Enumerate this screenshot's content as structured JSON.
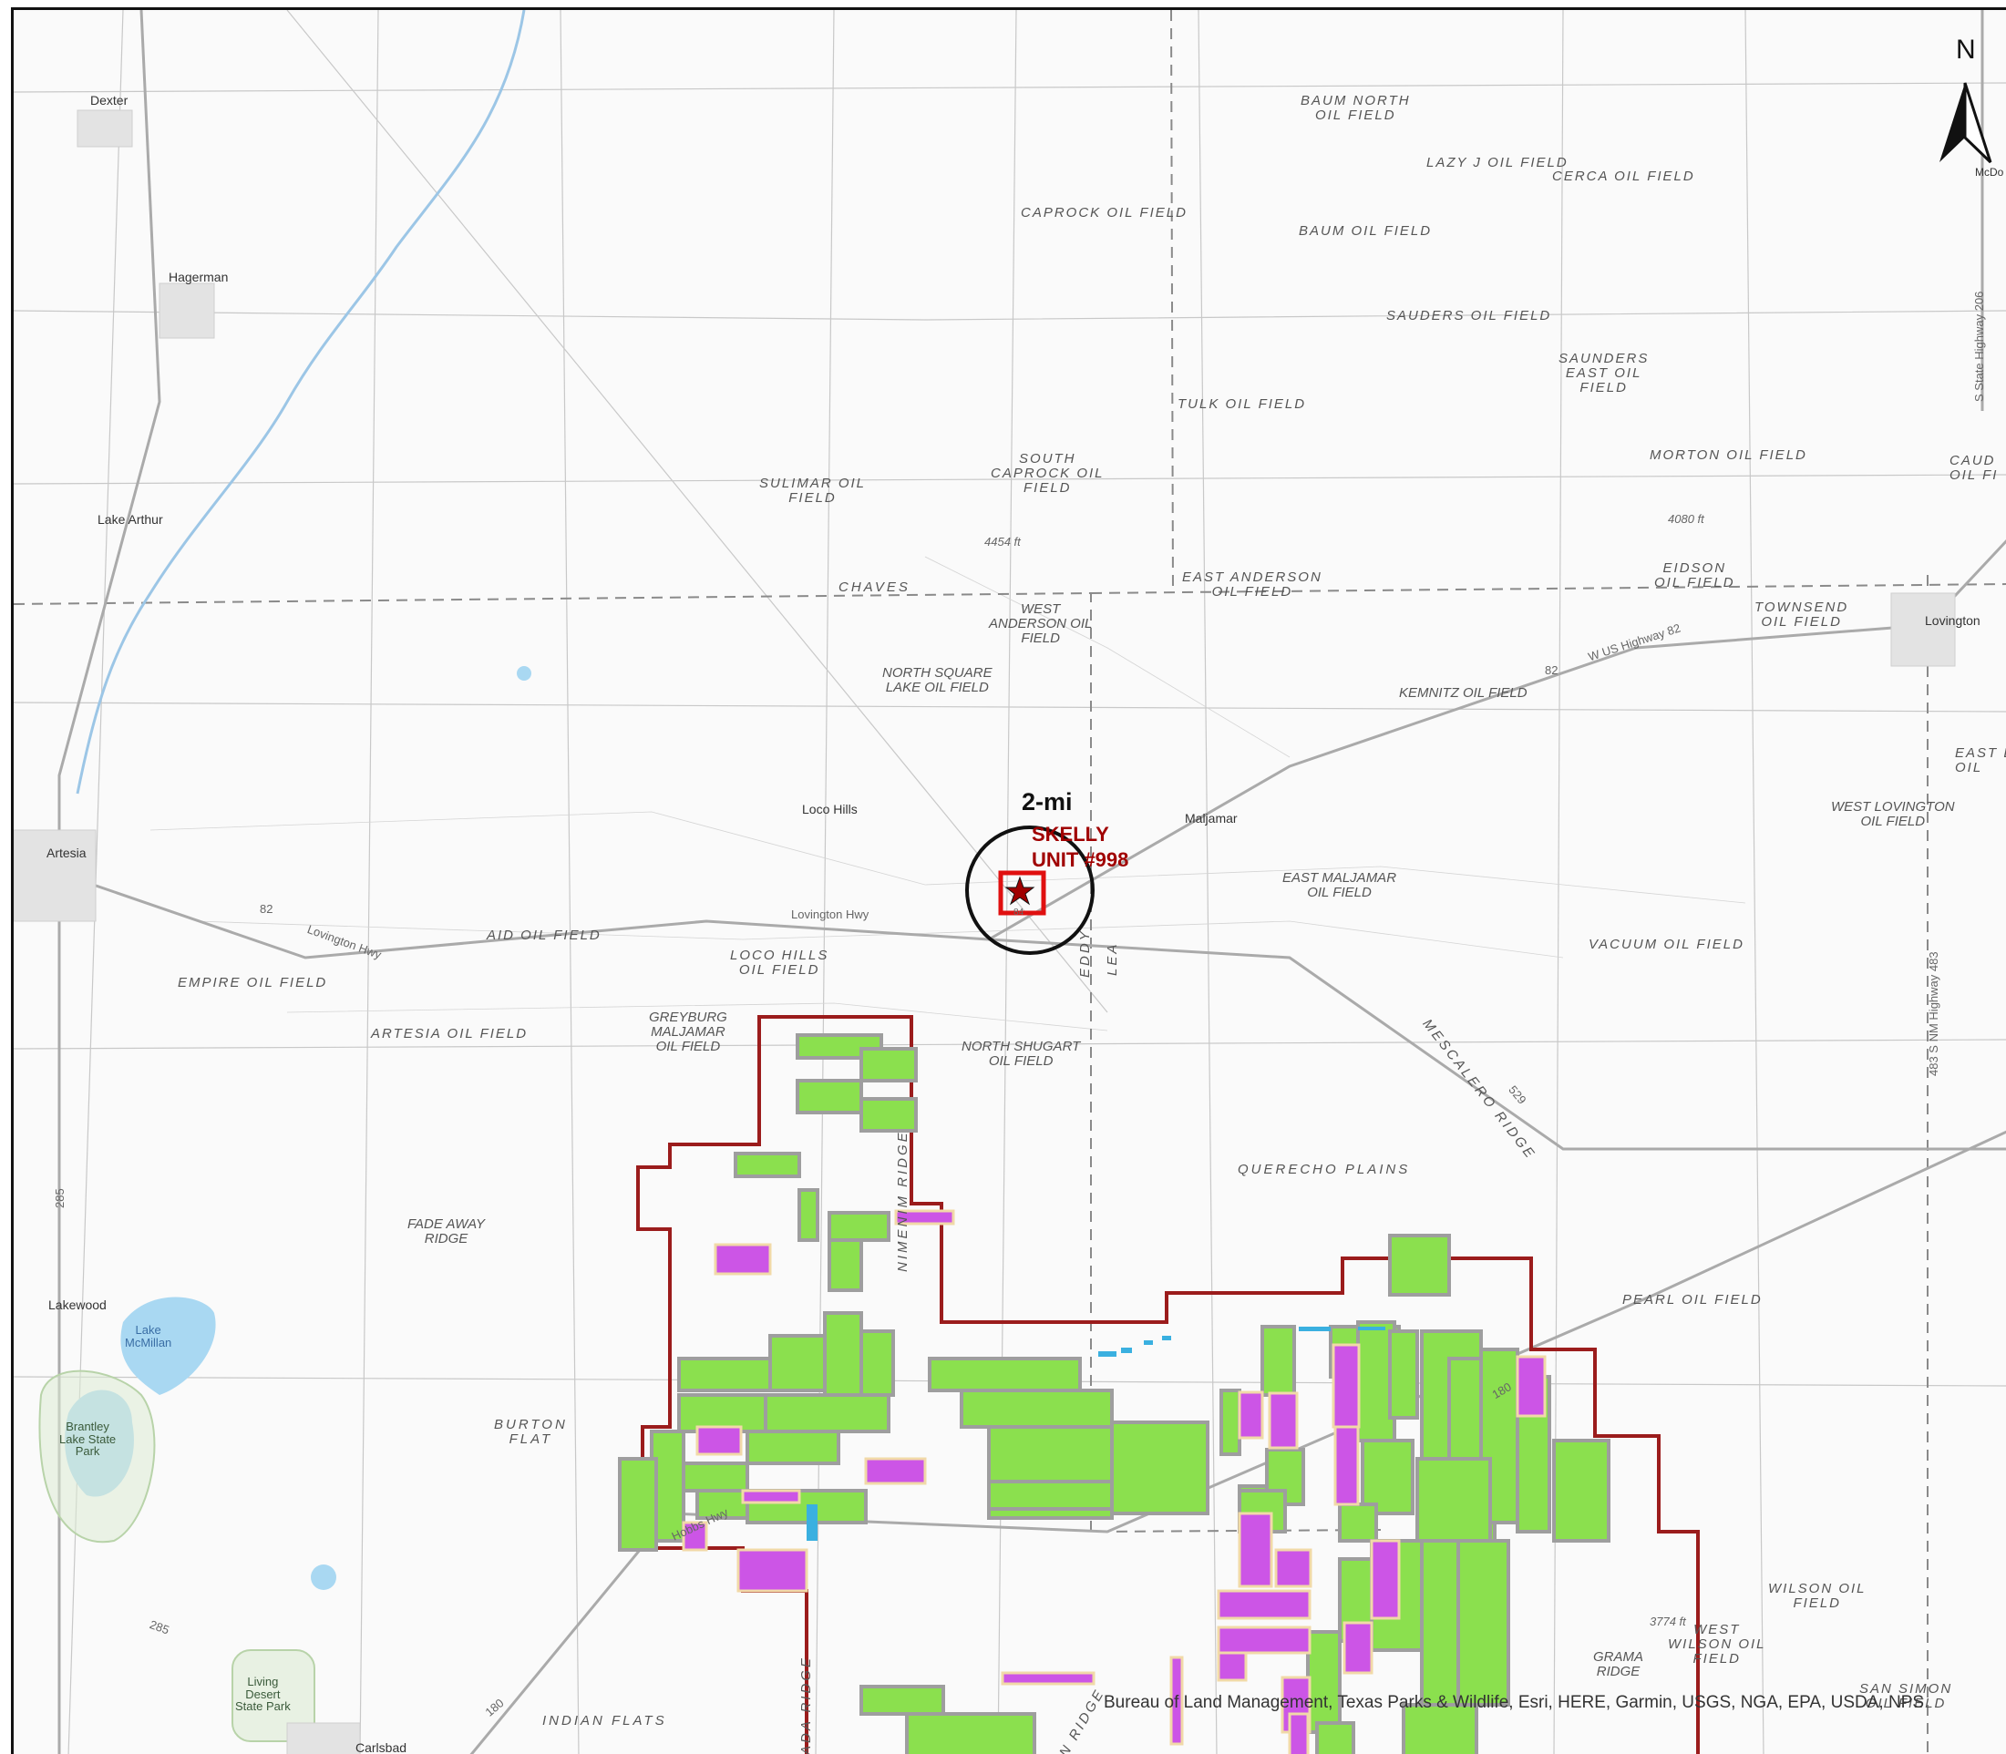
{
  "map": {
    "north_label": "N",
    "radius_label": "2-mi",
    "site": {
      "line1": "SKELLY",
      "line2": "UNIT #998"
    },
    "attribution": "Bureau of Land Management, Texas Parks & Wildlife, Esri, HERE, Garmin, USGS, NGA, EPA, USDA, NPS",
    "colors": {
      "boundary": "#9b1c1c",
      "parcel_green": "#8be04e",
      "parcel_purple": "#cc55e6",
      "parcel_outline": "#9e9e9e",
      "site_red": "#e01010",
      "water": "#a9d8f2",
      "park": "#dcebd3"
    },
    "oil_fields": [
      "BAUM NORTH\nOIL FIELD",
      "LAZY J OIL FIELD",
      "CERCA OIL FIELD",
      "CAPROCK OIL FIELD",
      "BAUM OIL FIELD",
      "SAUDERS OIL FIELD",
      "SAUNDERS\nEAST OIL\nFIELD",
      "TULK OIL FIELD",
      "SOUTH\nCAPROCK OIL\nFIELD",
      "SULIMAR OIL\nFIELD",
      "MORTON OIL FIELD",
      "CAUD\nOIL FI",
      "EAST ANDERSON\nOIL FIELD",
      "EIDSON\nOIL FIELD",
      "TOWNSEND\nOIL FIELD",
      "WEST\nANDERSON OIL\nFIELD",
      "NORTH SQUARE\nLAKE OIL FIELD",
      "KEMNITZ OIL FIELD",
      "EAST L\nOIL",
      "WEST LOVINGTON\nOIL FIELD",
      "EAST MALJAMAR\nOIL FIELD",
      "AID OIL FIELD",
      "LOCO HILLS\nOIL FIELD",
      "VACUUM OIL FIELD",
      "EMPIRE OIL FIELD",
      "ARTESIA OIL FIELD",
      "GREYBURG\nMALJAMAR\nOIL FIELD",
      "NORTH SHUGART\nOIL FIELD",
      "PEARL OIL FIELD",
      "WILSON OIL\nFIELD",
      "WEST\nWILSON OIL\nFIELD",
      "SAN SIMON\nOIL FIELD"
    ],
    "towns": [
      "Dexter",
      "Hagerman",
      "Lake Arthur",
      "Artesia",
      "Lakewood",
      "Loco Hills",
      "Maljamar",
      "Lovington",
      "McDo",
      "Carlsbad"
    ],
    "places": [
      "CHAVES",
      "EDDY",
      "LEA",
      "QUERECHO PLAINS",
      "FADE AWAY\nRIDGE",
      "BURTON\nFLAT",
      "INDIAN FLATS",
      "GRAMA\nRIDGE",
      "MESCALERO RIDGE",
      "NIMENIM RIDGE",
      "ADA RIDGE",
      "N RIDGE"
    ],
    "water_parks": [
      "Lake\nMcMillan",
      "Brantley\nLake State\nPark",
      "Living\nDesert\nState Park"
    ],
    "roads": [
      "Lovington Hwy",
      "Lovington Hwy",
      "W US Highway 82",
      "Hobbs Hwy",
      "S State Highway 206",
      "483 S NM Highway 483",
      "82",
      "82",
      "285",
      "285",
      "180",
      "180",
      "529",
      "84"
    ],
    "elevations": [
      "4454 ft",
      "4080 ft",
      "3774 ft"
    ]
  }
}
